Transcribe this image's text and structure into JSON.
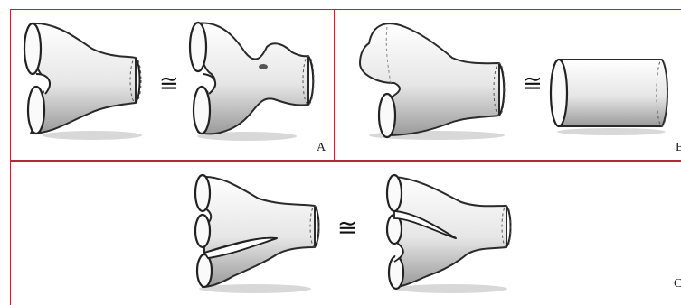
{
  "panels": [
    {
      "letter": "A"
    },
    {
      "letter": "B"
    },
    {
      "letter": "C"
    }
  ],
  "relation_symbol": "≅"
}
